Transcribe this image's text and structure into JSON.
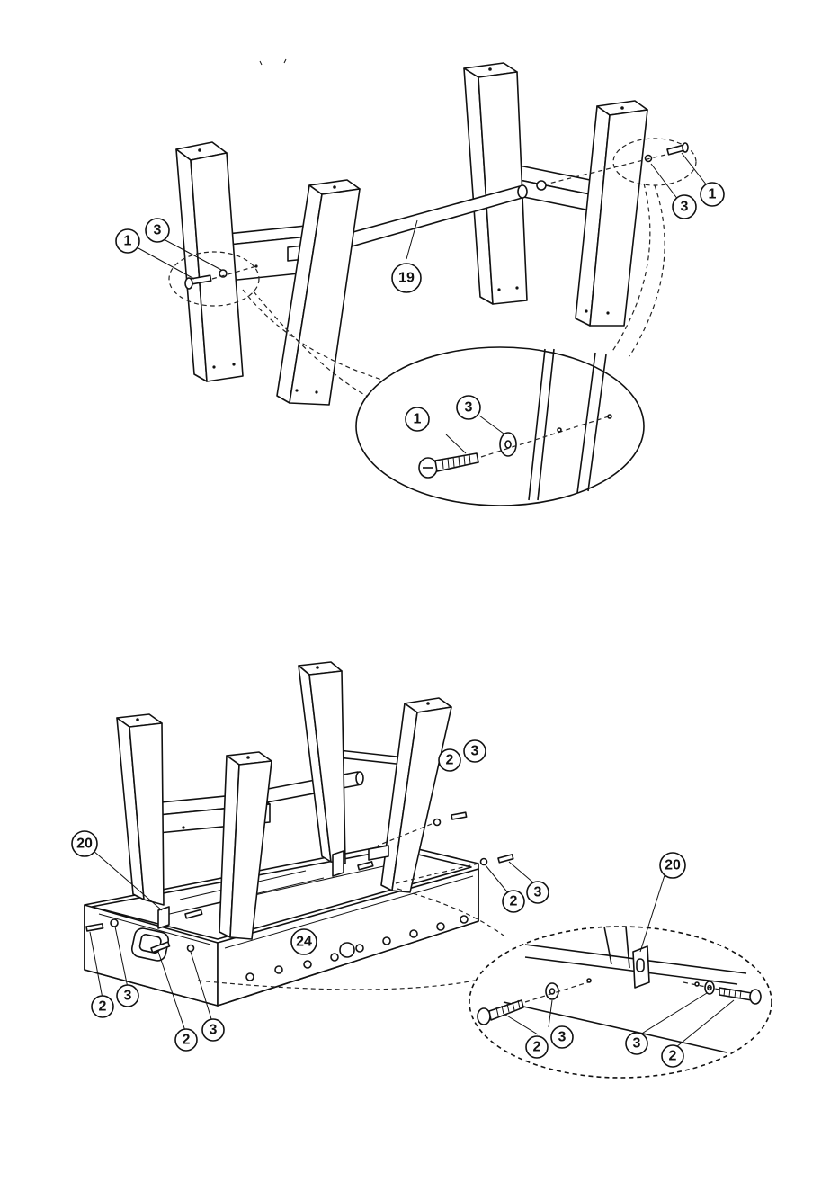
{
  "callouts": {
    "part_1": "1",
    "part_2": "2",
    "part_3": "3",
    "part_19": "19",
    "part_20": "20",
    "part_24": "24"
  },
  "icons": [
    "screw-icon",
    "washer-icon",
    "bracket-icon",
    "crossbar-icon"
  ],
  "colors": {
    "line": "#111111",
    "background": "#ffffff"
  }
}
